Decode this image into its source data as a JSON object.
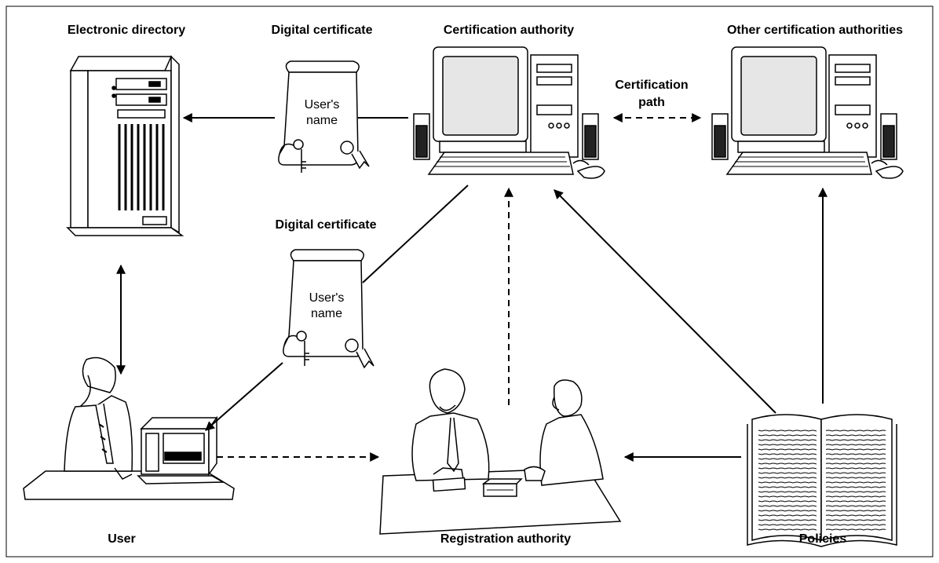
{
  "labels": {
    "electronic_directory": "Electronic directory",
    "digital_certificate_top": "Digital certificate",
    "certification_authority": "Certification authority",
    "other_certification_authorities": "Other certification authorities",
    "certification_path_line1": "Certification",
    "certification_path_line2": "path",
    "digital_certificate_middle": "Digital certificate",
    "user": "User",
    "registration_authority": "Registration authority",
    "policies": "Policies"
  },
  "certificates": [
    {
      "line1": "User's",
      "line2": "name"
    },
    {
      "line1": "User's",
      "line2": "name"
    }
  ],
  "colors": {
    "stroke": "#000000",
    "fill": "#ffffff",
    "screen": "#e6e6e6",
    "dark": "#222222"
  },
  "icons": [
    "server-icon",
    "scroll-certificate-icon",
    "desktop-computer-icon",
    "user-at-desk-icon",
    "two-people-meeting-icon",
    "open-book-icon"
  ]
}
